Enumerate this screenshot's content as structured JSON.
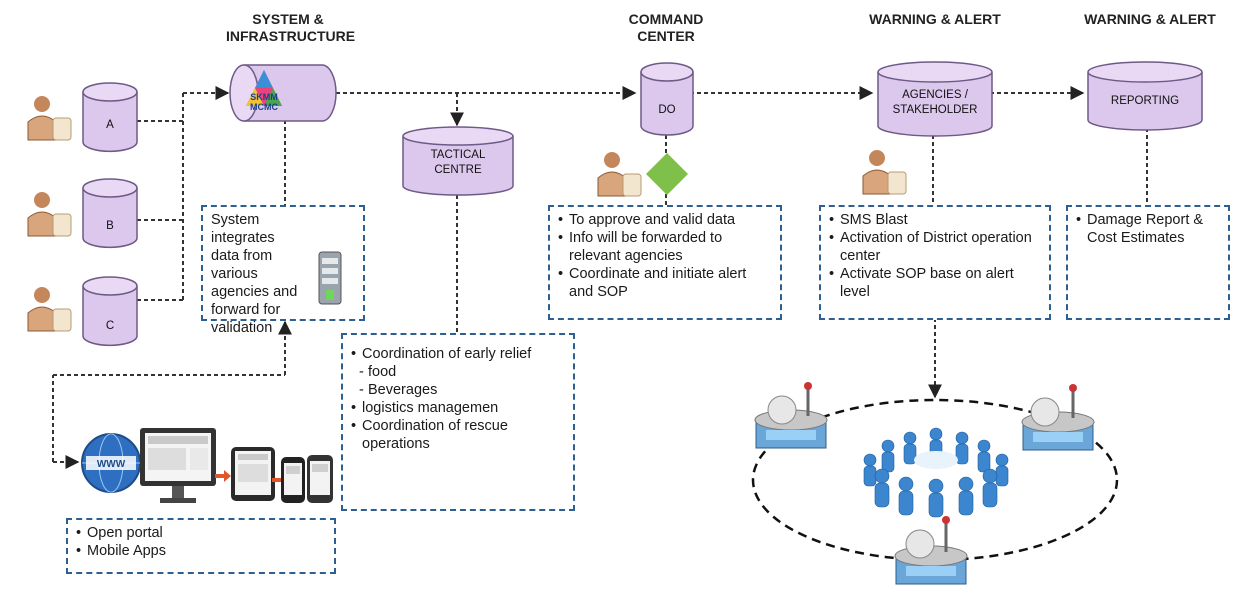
{
  "headers": {
    "system": "SYSTEM &\nINFRASTRUCTURE",
    "command": "COMMAND\nCENTER",
    "warning1": "WARNING & ALERT",
    "warning2": "WARNING & ALERT"
  },
  "sources": [
    "A",
    "B",
    "C"
  ],
  "logo_text": {
    "top": "SKMM",
    "bottom": "MCMC"
  },
  "cylinders": {
    "tactical": "TACTICAL\nCENTRE",
    "do": "DO",
    "agencies": "AGENCIES /\nSTAKEHOLDER",
    "reporting": "REPORTING"
  },
  "boxes": {
    "system": "System integrates data from various agencies and forward for validation",
    "command": [
      "To approve and valid data",
      "Info will be forwarded to relevant  agencies",
      "Coordinate and initiate alert and SOP"
    ],
    "agencies": [
      "SMS Blast",
      "Activation of District operation center",
      "Activate SOP base on alert level"
    ],
    "reporting": [
      "Damage Report & Cost Estimates"
    ],
    "tactical": [
      "Coordination of early relief"
    ],
    "tactical_sub": [
      "food",
      "Beverages"
    ],
    "tactical_more": [
      "logistics managemen",
      "Coordination of rescue operations"
    ],
    "portal": [
      "Open portal",
      "Mobile Apps"
    ]
  },
  "colors": {
    "cylinder_fill": "#dcc8ec",
    "cylinder_stroke": "#6d5a86",
    "box_border": "#2e5f93",
    "diamond": "#7ec04a"
  },
  "icons": [
    "person-icon",
    "server-icon",
    "web-globe-icon",
    "monitor-icon",
    "tablet-icon",
    "phone-icon",
    "antenna-station-icon",
    "crowd-icon"
  ]
}
